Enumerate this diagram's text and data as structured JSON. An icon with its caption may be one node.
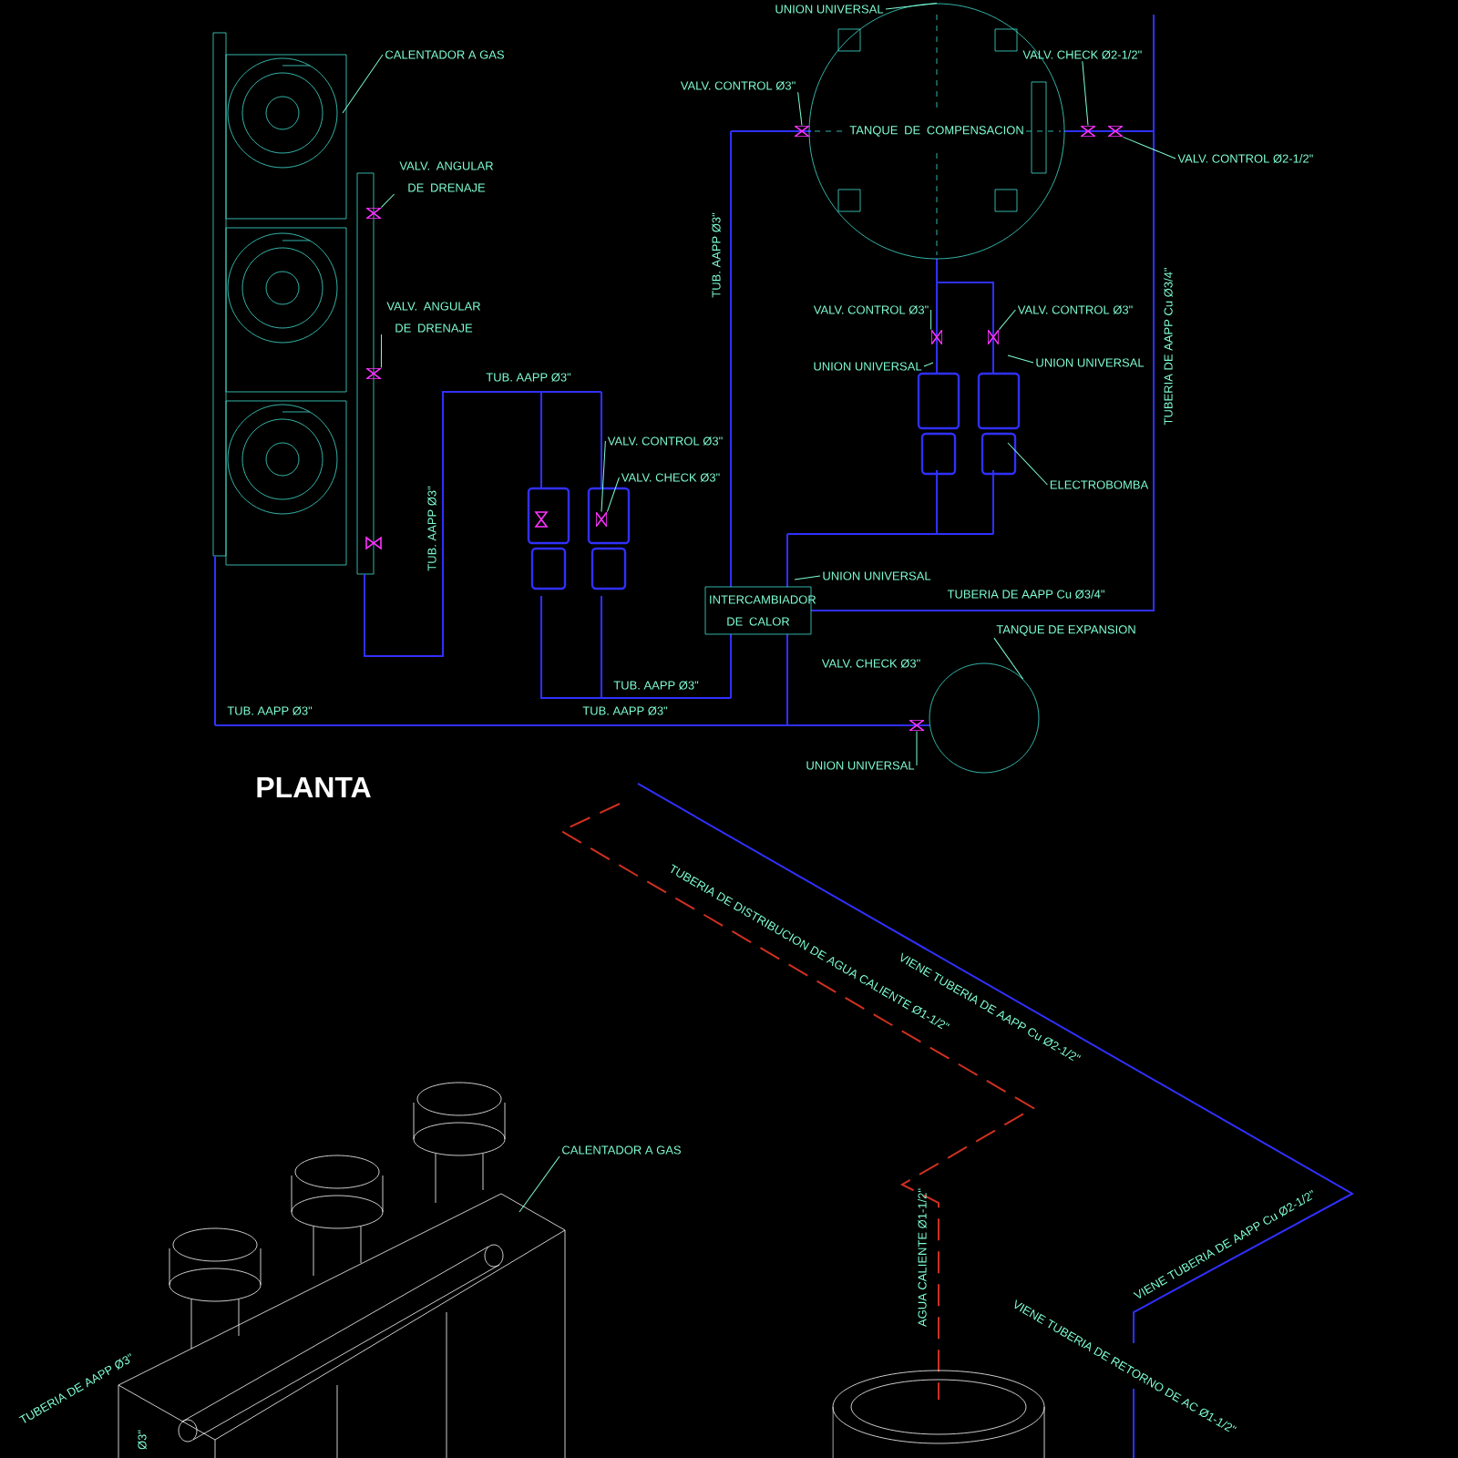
{
  "diagram": {
    "nodes": [
      {
        "text": [
          "CALENTADOR A GAS"
        ]
      },
      {
        "text": [
          "VALV. ANGULAR DE DRENAJE"
        ]
      },
      {
        "text": [
          "VALV. ANGULAR DE DRENAJE"
        ]
      },
      {
        "text": [
          "VALV. CONTROL Ø3\""
        ]
      },
      {
        "text": [
          "UNION UNIVERSAL"
        ]
      },
      {
        "text": [
          "VALV. CHECK Ø2-1/2\""
        ]
      },
      {
        "text": [
          "VALV. CONTROL Ø2-1/2\""
        ]
      },
      {
        "text": [
          "TANQUE DE COMPENSACION"
        ]
      },
      {
        "text": [
          "VALV. CONTROL Ø3\""
        ]
      },
      {
        "text": [
          "VALV. CONTROL Ø3\""
        ]
      },
      {
        "text": [
          "UNION UNIVERSAL"
        ]
      },
      {
        "text": [
          "UNION UNIVERSAL"
        ]
      },
      {
        "text": [
          "ELECTROBOMBA"
        ]
      },
      {
        "text": [
          "VALV. CONTROL Ø3\""
        ]
      },
      {
        "text": [
          "VALV. CHECK Ø3\""
        ]
      },
      {
        "text": [
          "UNION UNIVERSAL"
        ]
      },
      {
        "text": [
          "INTERCAMBIADOR DE CALOR"
        ]
      },
      {
        "text": [
          "TANQUE DE EXPANSION"
        ]
      },
      {
        "text": [],
        "shape": "circle"
      },
      {
        "text": [
          "UNION UNIVERSAL"
        ]
      },
      {
        "text": [
          "CALENTADOR A GAS"
        ]
      },
      {
        "text": [],
        "shape": "valve"
      },
      {
        "text": [],
        "shape": "valve"
      },
      {
        "text": [],
        "shape": "valve"
      },
      {
        "text": [],
        "shape": "valve"
      },
      {
        "text": [],
        "shape": "valve"
      },
      {
        "text": [],
        "shape": "valve"
      },
      {
        "text": [],
        "shape": "valve"
      },
      {
        "text": [],
        "shape": "valve"
      },
      {
        "text": [],
        "shape": "valve"
      }
    ],
    "edges": [
      {
        "from": 0,
        "to": null,
        "arrow": "none"
      },
      {
        "from": 1,
        "to": 21,
        "arrow": "none"
      },
      {
        "from": 2,
        "to": 22,
        "arrow": "none"
      },
      {
        "from": 3,
        "to": 23,
        "arrow": "none"
      },
      {
        "from": 4,
        "to": 7,
        "arrow": "none"
      },
      {
        "from": 5,
        "to": 24,
        "arrow": "none"
      },
      {
        "from": 6,
        "to": 25,
        "arrow": "none"
      },
      {
        "from": 8,
        "to": 26,
        "arrow": "none"
      },
      {
        "from": 9,
        "to": 27,
        "arrow": "none"
      },
      {
        "from": 10,
        "to": null,
        "arrow": "none"
      },
      {
        "from": 11,
        "to": null,
        "arrow": "none"
      },
      {
        "from": 12,
        "to": null,
        "arrow": "none"
      },
      {
        "from": 13,
        "to": 28,
        "arrow": "none"
      },
      {
        "from": 14,
        "to": 28,
        "arrow": "none"
      },
      {
        "from": 15,
        "to": null,
        "arrow": "none"
      },
      {
        "from": 17,
        "to": 18,
        "arrow": "none"
      },
      {
        "from": 19,
        "to": 29,
        "arrow": "none"
      },
      {
        "from": 20,
        "to": null,
        "arrow": "none"
      }
    ],
    "labels": [
      "TUB. AAPP Ø3\"",
      "TUBERIA DE AAPP Cu Ø3/4\"",
      "TUB. AAPP Ø3\"",
      "TUB. AAPP Ø3\"",
      "TUBERIA DE AAPP Cu Ø3/4\"",
      "VALV. CHECK Ø3\"",
      "TUB. AAPP Ø3\"",
      "TUB. AAPP Ø3\"",
      "TUB. AAPP Ø3\"",
      "PLANTA",
      "TUBERIA DE DISTRIBUCION DE AGUA CALIENTE Ø1-1/2\"",
      "VIENE TUBERIA DE AAPP Cu Ø2-1/2\"",
      "AGUA CALIENTE Ø1-1/2\"",
      "VIENE TUBERIA DE AAPP Cu Ø2-1/2\"",
      "VIENE TUBERIA DE RETORNO DE AC Ø1-1/2\"",
      "TUBERIA DE AAPP Ø3\"",
      "Ø3\""
    ]
  }
}
